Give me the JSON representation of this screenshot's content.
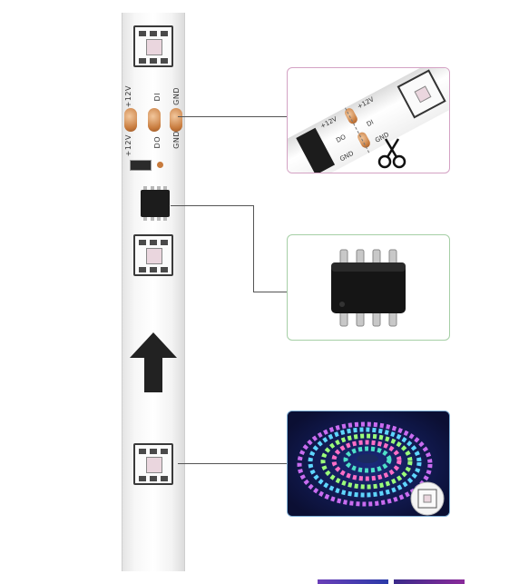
{
  "strip": {
    "labels": {
      "v12_top": "+12V",
      "di": "DI",
      "gnd_top": "GND",
      "v12_bottom": "+12V",
      "do": "DO",
      "gnd_bottom": "GND"
    }
  },
  "callout_cut": {
    "labels": {
      "v12_a": "+12V",
      "do": "DO",
      "gnd_a": "GND",
      "v12_b": "+12V",
      "di": "DI",
      "gnd_b": "GND"
    }
  },
  "colors": {
    "callout_cut_border": "#d4a2c4",
    "callout_chip_border": "#a6cfa6",
    "callout_led_border": "#7fb0d6",
    "solder_pad": "#c77a3c",
    "chip_body": "#1c1c1c"
  },
  "icons": [
    "scissors-icon",
    "up-arrow-icon"
  ]
}
